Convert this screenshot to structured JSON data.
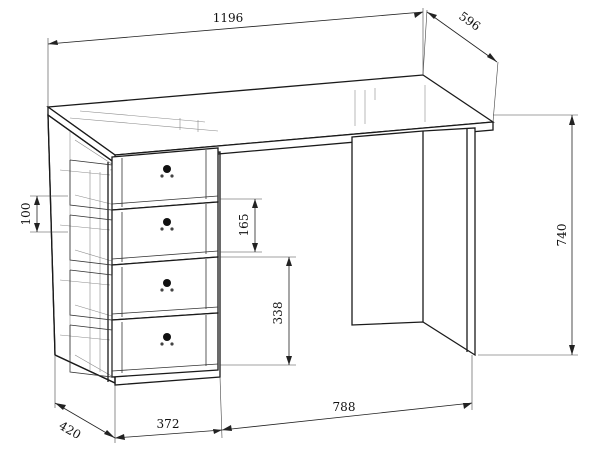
{
  "diagram": {
    "dimensions": {
      "top_width": "1196",
      "top_depth": "596",
      "height": "740",
      "drawer_front_height": "100",
      "drawer_spacing": "165",
      "lower_section": "338",
      "pedestal_depth": "420",
      "pedestal_width": "372",
      "leg_span": "788"
    },
    "handle_count": 4
  }
}
